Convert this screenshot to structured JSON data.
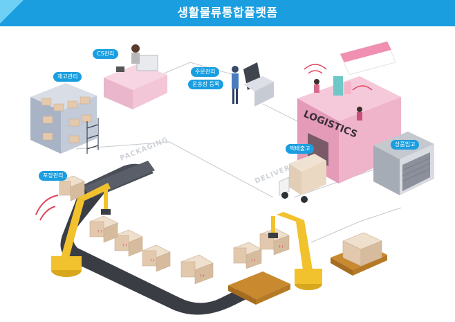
{
  "header": {
    "title": "생활물류통합플랫폼"
  },
  "labels": {
    "cs": "CS관리",
    "inventory": "재고관리",
    "order": "주문관리",
    "waybill": "운송장 등록",
    "packing": "포장관리",
    "dispatch": "택배출고",
    "receiving": "상품입고"
  },
  "path_labels": {
    "packaging": "PACKAGING",
    "delivery": "DELIVERY"
  },
  "building": {
    "sign": "LOGISTICS"
  },
  "box_marks": {
    "arrow": "↑↑"
  },
  "colors": {
    "banner": "#1a9ee0",
    "pill": "#1a9ee0",
    "building": "#efb9cf",
    "robot": "#f2c12e",
    "belt": "#3a3d44",
    "box": "#e9d6c2"
  }
}
